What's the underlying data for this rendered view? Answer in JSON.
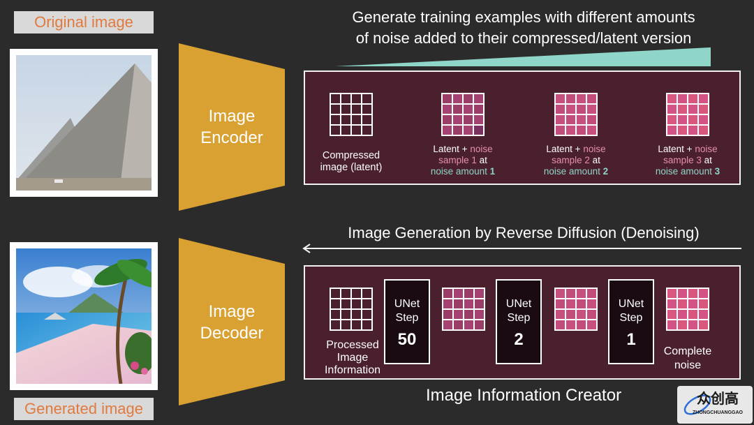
{
  "labels": {
    "original": "Original image",
    "generated": "Generated image"
  },
  "encoder": {
    "line1": "Image",
    "line2": "Encoder"
  },
  "decoder": {
    "line1": "Image",
    "line2": "Decoder"
  },
  "top_title": {
    "line1": "Generate training examples with different amounts",
    "line2": "of noise added to their compressed/latent version"
  },
  "top_panel": {
    "compressed": {
      "line1": "Compressed",
      "line2": "image (latent)"
    },
    "samples": [
      {
        "a": "Latent + ",
        "b": "noise",
        "c": "sample 1",
        "d": " at",
        "e": "noise amount ",
        "f": "1"
      },
      {
        "a": "Latent + ",
        "b": "noise",
        "c": "sample 2",
        "d": " at",
        "e": "noise amount ",
        "f": "2"
      },
      {
        "a": "Latent + ",
        "b": "noise",
        "c": "sample 3",
        "d": " at",
        "e": "noise amount ",
        "f": "3"
      }
    ]
  },
  "reverse_title": "Image Generation by Reverse Diffusion (Denoising)",
  "bottom_panel": {
    "processed": {
      "line1": "Processed",
      "line2": "Image",
      "line3": "Information"
    },
    "unets": [
      {
        "w1": "UNet",
        "w2": "Step",
        "num": "50"
      },
      {
        "w1": "UNet",
        "w2": "Step",
        "num": "2"
      },
      {
        "w1": "UNet",
        "w2": "Step",
        "num": "1"
      }
    ],
    "complete": {
      "line1": "Complete",
      "line2": "noise"
    }
  },
  "creator_title": "Image Information Creator",
  "watermark": {
    "main": "众创高",
    "sub": "ZHONGCHUANGGAO"
  },
  "colors": {
    "panel": "#4a1f2e",
    "gold": "#d9a032",
    "ramp": "#8fd6c8",
    "noise_light": "#b04a76",
    "noise_mid": "#c8507f",
    "noise_strong": "#d9577f"
  }
}
